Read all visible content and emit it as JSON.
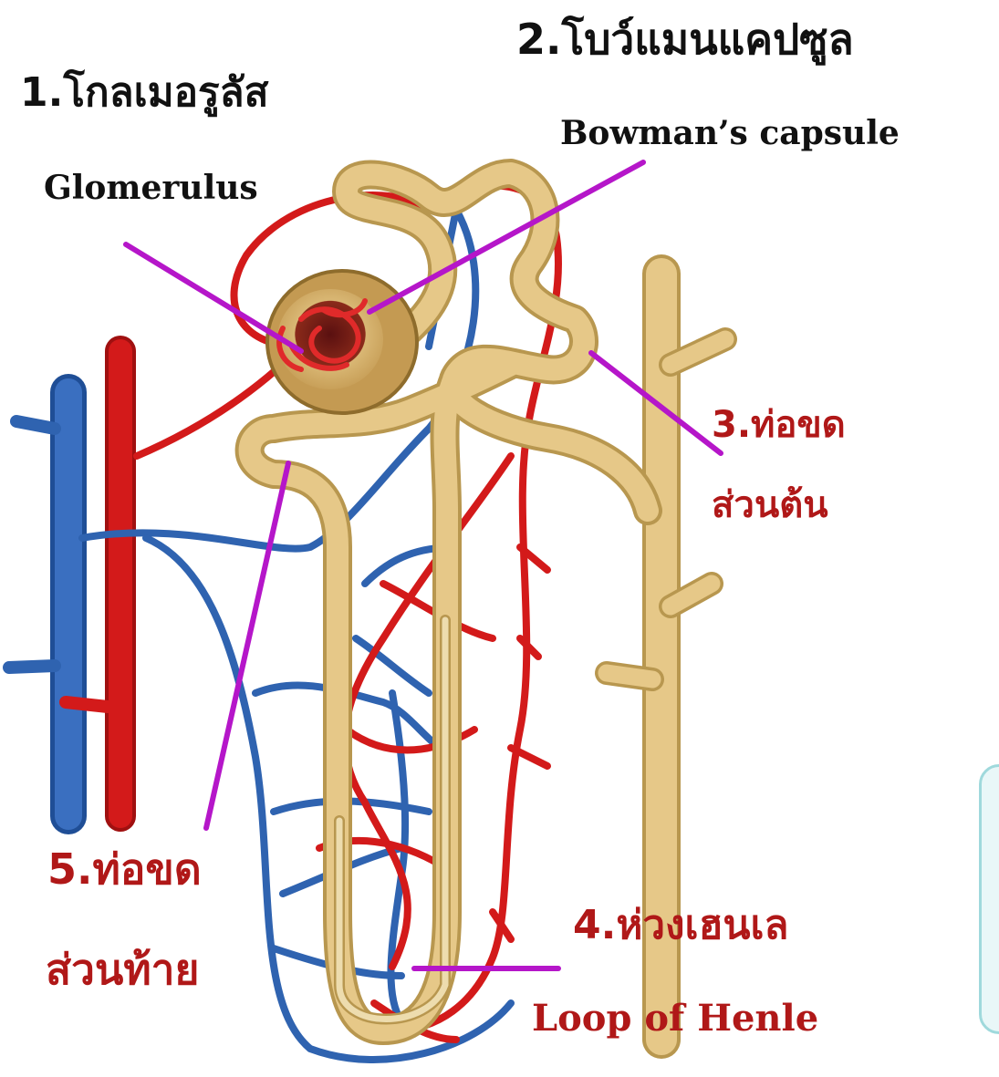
{
  "labels": {
    "glomerulus_th": "1.โกลเมอรูลัส",
    "glomerulus_en": "Glomerulus",
    "bowman_th": "2.โบว์แมนแคปซูล",
    "bowman_en": "Bowman’s capsule",
    "proximal_th_1": "3.ท่อขด",
    "proximal_th_2": "ส่วนต้น",
    "loop_th": "4.ห่วงเฮนเล",
    "loop_en": "Loop   of   Henle",
    "distal_th_1": "5.ท่อขด",
    "distal_th_2": "ส่วนท้าย"
  },
  "colors": {
    "artery": "#d31a1a",
    "vein": "#2f63b0",
    "tubule": "#e6c888",
    "tubule_edge": "#b8974f",
    "pointer": "#b516c9",
    "label_red": "#b01818",
    "label_black": "#111111"
  }
}
